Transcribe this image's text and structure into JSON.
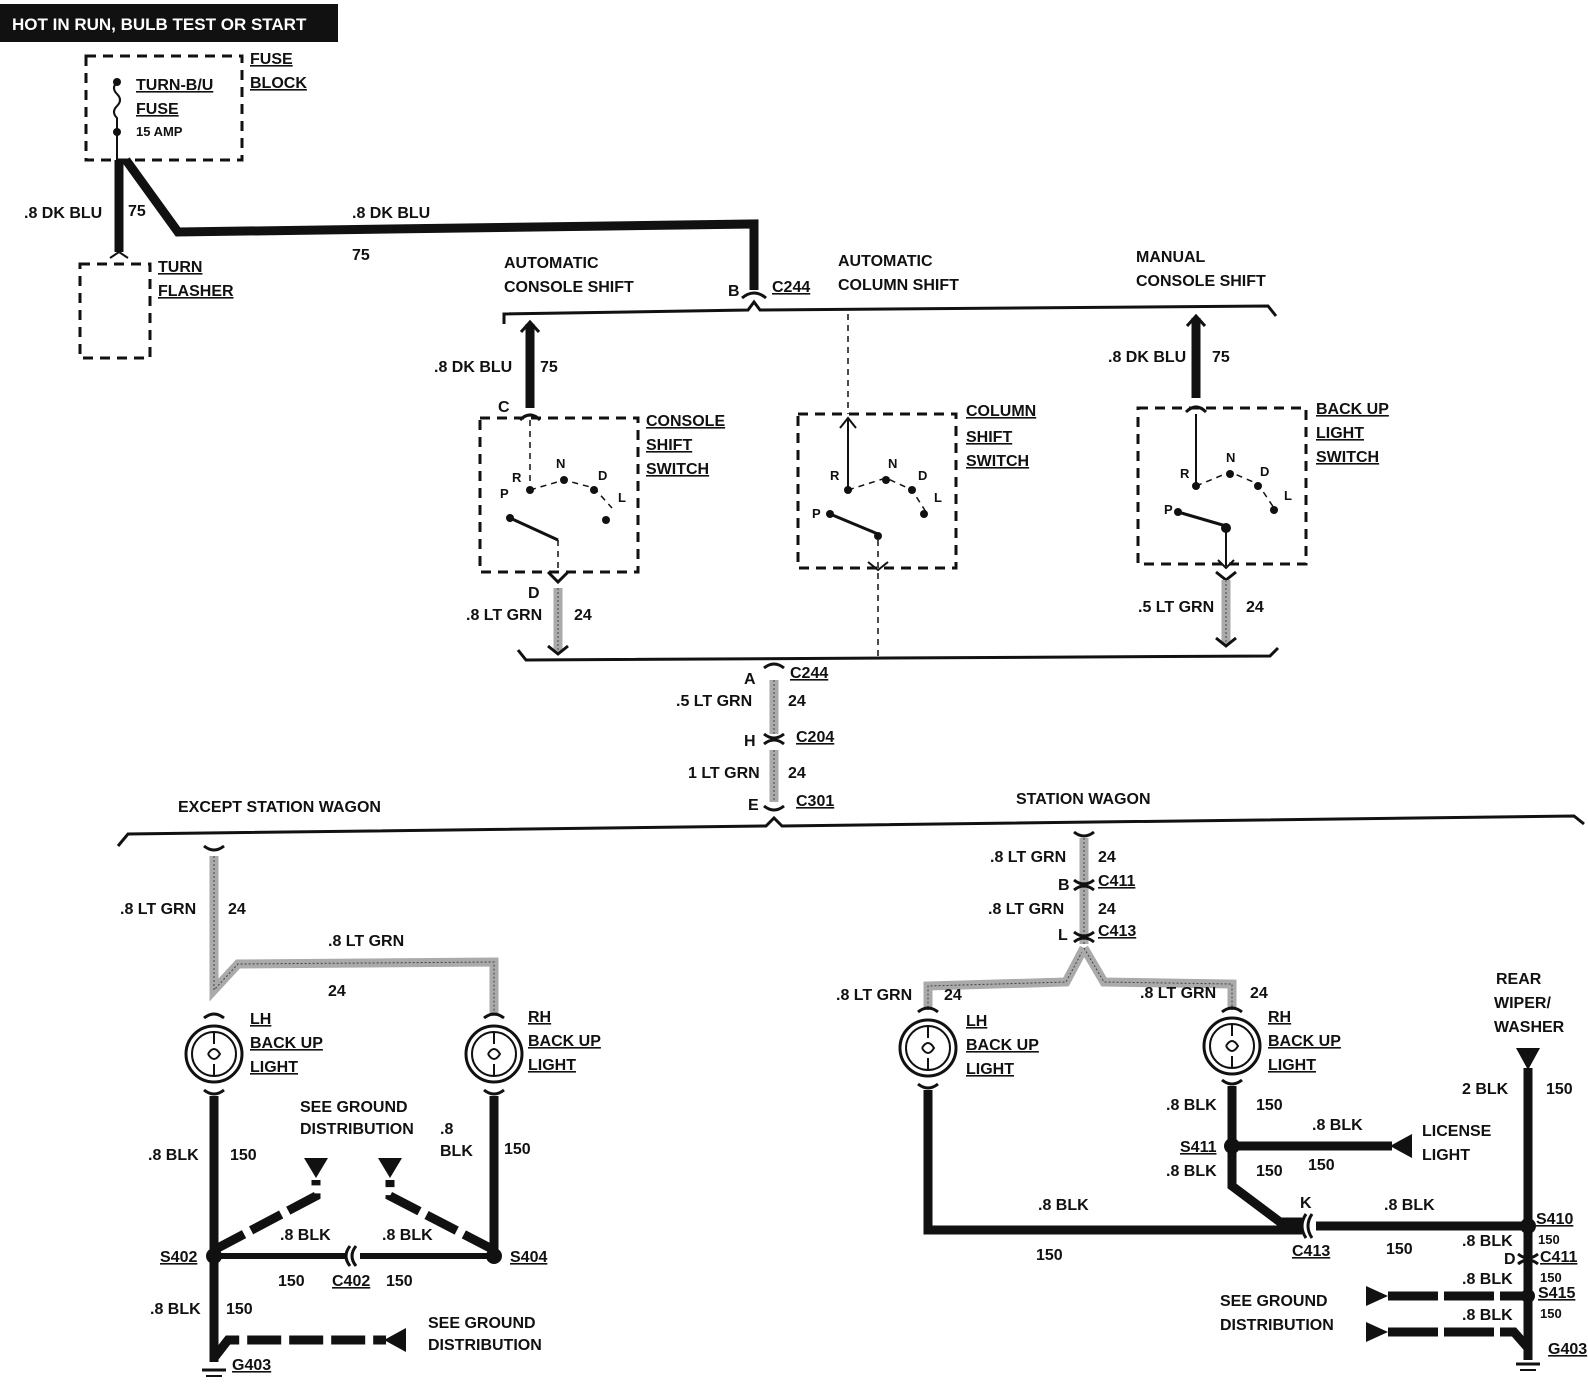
{
  "header": {
    "power_label": "HOT IN RUN,   BULB TEST OR START"
  },
  "fuse_block": {
    "title_line1": "FUSE",
    "title_line2": "BLOCK",
    "fuse_line1": "TURN-B/U",
    "fuse_line2": "FUSE",
    "rating": "15 AMP"
  },
  "turn_flasher": {
    "line1": "TURN",
    "line2": "FLASHER"
  },
  "wires": {
    "dk_blu_8": ".8 DK BLU",
    "circuit_75": "75",
    "lt_grn_8": ".8 LT GRN",
    "lt_grn_5": ".5 LT GRN",
    "lt_grn_1": "1 LT GRN",
    "circuit_24": "24",
    "blk_8": ".8 BLK",
    "blk_8_line1": ".8",
    "blk_8_line2": "BLK",
    "blk_2": "2 BLK",
    "circuit_150": "150"
  },
  "options": {
    "auto_console_line1": "AUTOMATIC",
    "auto_console_line2": "CONSOLE SHIFT",
    "auto_column_line1": "AUTOMATIC",
    "auto_column_line2": "COLUMN SHIFT",
    "manual_console_line1": "MANUAL",
    "manual_console_line2": "CONSOLE SHIFT",
    "except_station_wagon": "EXCEPT STATION WAGON",
    "station_wagon": "STATION WAGON"
  },
  "switches": {
    "console": [
      "CONSOLE",
      "SHIFT",
      "SWITCH"
    ],
    "column": [
      "COLUMN",
      "SHIFT",
      "SWITCH"
    ],
    "backup": [
      "BACK UP",
      "LIGHT",
      "SWITCH"
    ],
    "positions": {
      "p": "P",
      "r": "R",
      "n": "N",
      "d": "D",
      "l": "L"
    }
  },
  "connectors": {
    "c244": "C244",
    "c204": "C204",
    "c301": "C301",
    "c402": "C402",
    "c411": "C411",
    "c413": "C413",
    "pin_a": "A",
    "pin_b": "B",
    "pin_c": "C",
    "pin_d": "D",
    "pin_e": "E",
    "pin_h": "H",
    "pin_k": "K",
    "pin_l": "L"
  },
  "splices": {
    "s402": "S402",
    "s404": "S404",
    "s410": "S410",
    "s411": "S411",
    "s415": "S415"
  },
  "grounds": {
    "g403": "G403"
  },
  "lamps": {
    "lh": [
      "LH",
      "BACK UP",
      "LIGHT"
    ],
    "rh": [
      "RH",
      "BACK UP",
      "LIGHT"
    ]
  },
  "references": {
    "see_ground_line1": "SEE GROUND",
    "see_ground_line2": "DISTRIBUTION",
    "license_line1": "LICENSE",
    "license_line2": "LIGHT",
    "rear_wiper_line1": "REAR",
    "rear_wiper_line2": "WIPER/",
    "rear_wiper_line3": "WASHER"
  }
}
